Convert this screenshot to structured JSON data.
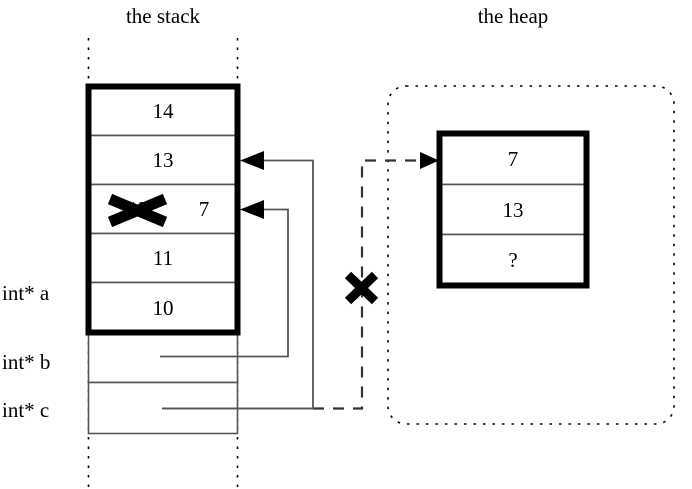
{
  "diagram": {
    "titles": {
      "stack": "the stack",
      "heap": "the heap"
    },
    "stack": {
      "frame_cells": [
        {
          "value": "14"
        },
        {
          "value": "13"
        },
        {
          "value": "12",
          "struck_out": true,
          "replacement": "7"
        },
        {
          "value": "11"
        },
        {
          "value": "10"
        }
      ],
      "pointer_vars": [
        {
          "label": "int* a",
          "points_to": "stack-cell-10"
        },
        {
          "label": "int* b",
          "points_to": "stack-cell-12"
        },
        {
          "label": "int* c",
          "points_to": "heap-block",
          "link_invalidated": true
        }
      ]
    },
    "heap": {
      "block_cells": [
        {
          "value": "7"
        },
        {
          "value": "13"
        },
        {
          "value": "?"
        }
      ]
    },
    "annotations": {
      "strike_marker": "x-cross-mark",
      "broken_link_marker": "x-cross-mark"
    },
    "colors": {
      "ink": "#000000",
      "paper": "#ffffff",
      "thin_rule": "#555555"
    }
  }
}
